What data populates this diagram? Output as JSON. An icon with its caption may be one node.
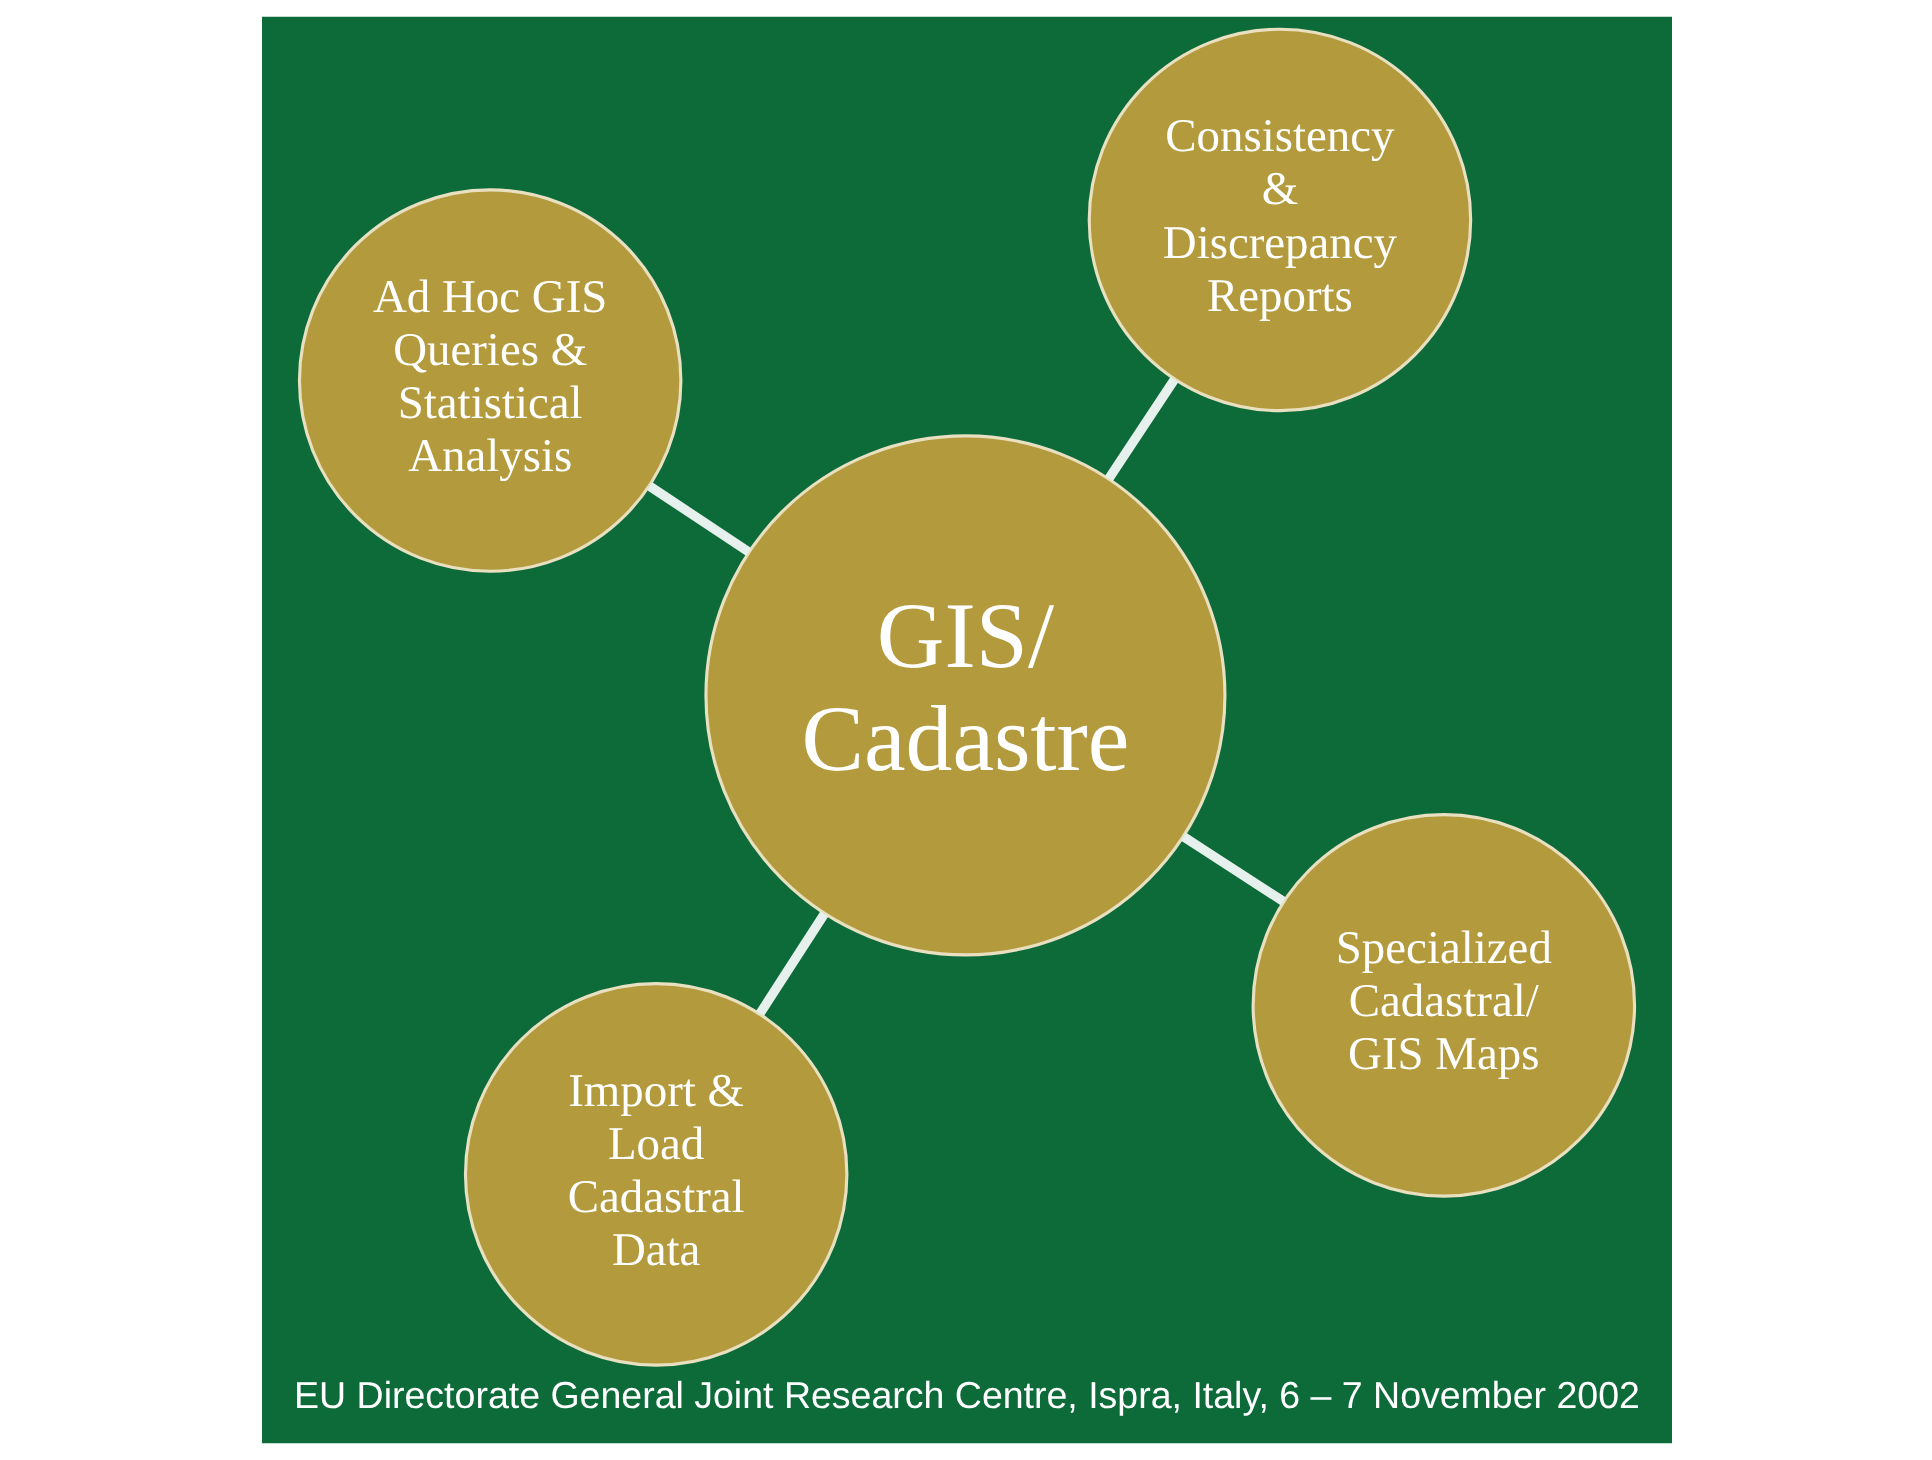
{
  "diagram": {
    "caption": "EU Directorate General Joint Research Centre, Ispra, Italy, 6 – 7 November 2002",
    "nodes": [
      {
        "text": [
          "GIS/ Cadastre"
        ]
      },
      {
        "text": [
          "Specialized Cadastral/ GIS Maps"
        ]
      },
      {
        "text": [
          "Import & Load Cadastral Data"
        ]
      },
      {
        "text": [
          "Ad Hoc GIS Queries & Statistical Analysis"
        ]
      },
      {
        "text": [
          "Consistency & Discrepancy Reports"
        ]
      }
    ],
    "edges": [
      {
        "from": 0,
        "to": 1,
        "arrow": "none"
      },
      {
        "from": 0,
        "to": 2,
        "arrow": "none"
      },
      {
        "from": 0,
        "to": 3,
        "arrow": "none"
      },
      {
        "from": 0,
        "to": 4,
        "arrow": "none"
      }
    ]
  }
}
